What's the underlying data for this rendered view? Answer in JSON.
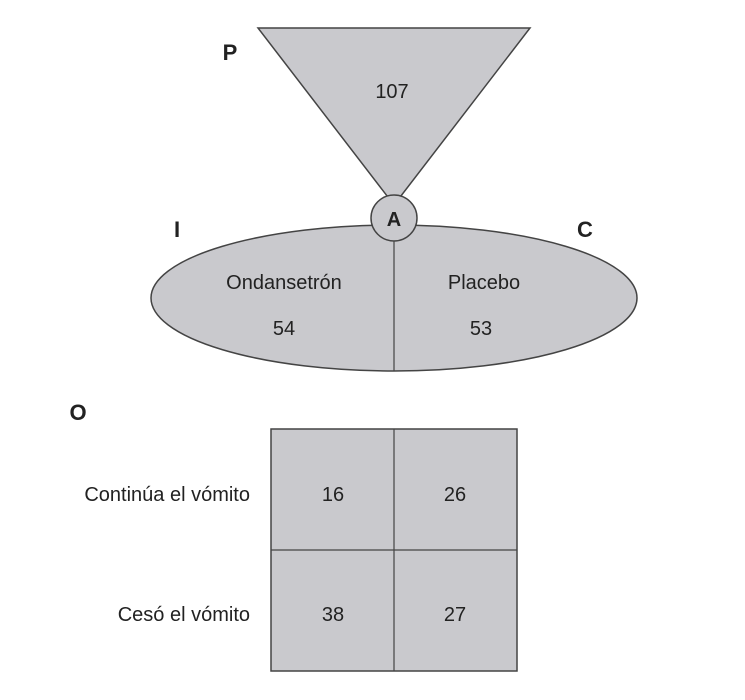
{
  "labels": {
    "population": "P",
    "intervention": "I",
    "comparison": "C",
    "allocation": "A",
    "outcome": "O"
  },
  "population_total": "107",
  "groups": {
    "intervention_name": "Ondansetrón",
    "intervention_n": "54",
    "control_name": "Placebo",
    "control_n": "53"
  },
  "outcome_table": {
    "row_labels": [
      "Continúa el vómito",
      "Cesó el vómito"
    ],
    "cells": [
      [
        "16",
        "26"
      ],
      [
        "38",
        "27"
      ]
    ]
  }
}
